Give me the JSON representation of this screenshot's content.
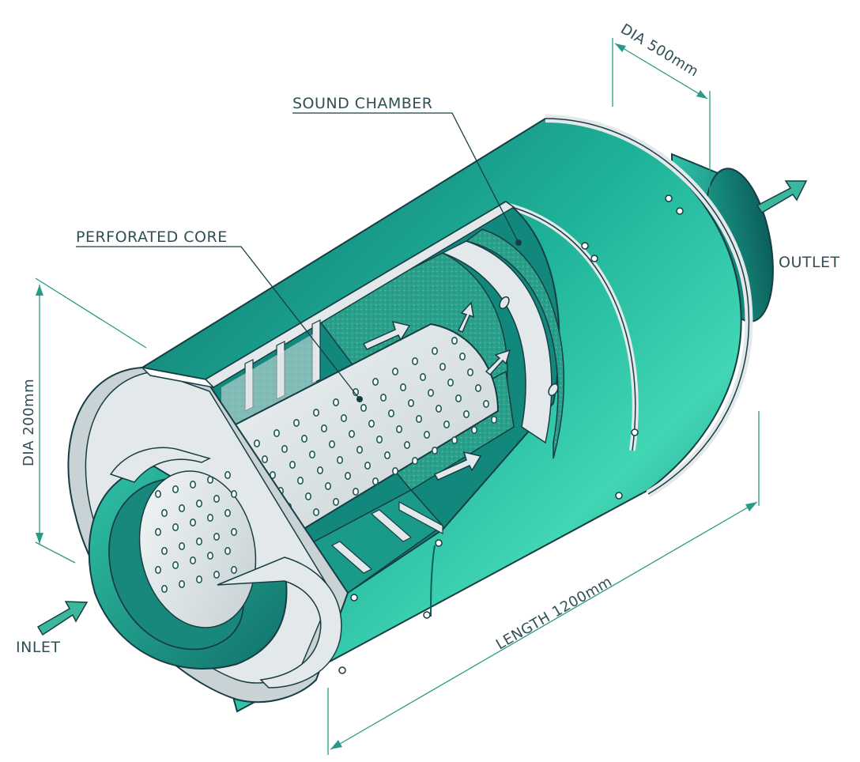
{
  "labels": {
    "sound_chamber": "SOUND CHAMBER",
    "perforated_core": "PERFORATED CORE",
    "outlet": "OUTLET",
    "inlet": "INLET"
  },
  "dimensions": {
    "outer_diameter": "DIA 500mm",
    "inner_diameter": "DIA 200mm",
    "length": "LENGTH 1200mm"
  },
  "colors": {
    "shell": "#1fb39a",
    "shell_dark": "#0e6f6a",
    "shell_light": "#41d6b4",
    "metal": "#e3e9ea",
    "metal_dark": "#b7c3c6",
    "packing": "#2aa08a",
    "outline": "#173d44",
    "dimension_line": "#2a9a86",
    "arrow": "#3bb79d"
  }
}
